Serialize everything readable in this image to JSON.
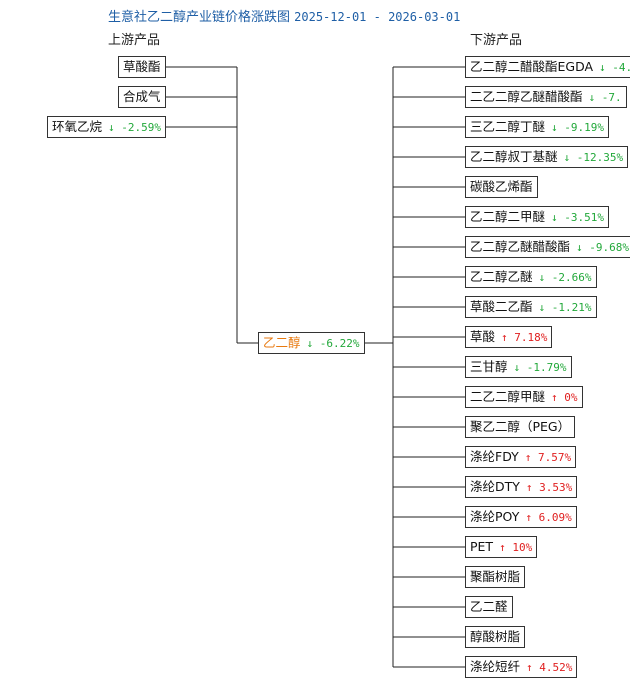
{
  "title": {
    "text": "生意社乙二醇产业链价格涨跌图",
    "range": "2025-12-01 - 2026-03-01"
  },
  "upstream_header": "上游产品",
  "downstream_header": "下游产品",
  "center": {
    "name": "乙二醇",
    "arrow": "↓",
    "change": "-6.22%",
    "dir": "down"
  },
  "upstream": [
    {
      "name": "草酸酯",
      "arrow": "",
      "change": "",
      "dir": ""
    },
    {
      "name": "合成气",
      "arrow": "",
      "change": "",
      "dir": ""
    },
    {
      "name": "环氧乙烷",
      "arrow": "↓",
      "change": "-2.59%",
      "dir": "down"
    }
  ],
  "downstream": [
    {
      "name": "乙二醇二醋酸酯EGDA",
      "arrow": "↓",
      "change": "-4.",
      "dir": "down"
    },
    {
      "name": "二乙二醇乙醚醋酸酯",
      "arrow": "↓",
      "change": "-7.",
      "dir": "down"
    },
    {
      "name": "三乙二醇丁醚",
      "arrow": "↓",
      "change": "-9.19%",
      "dir": "down"
    },
    {
      "name": "乙二醇叔丁基醚",
      "arrow": "↓",
      "change": "-12.35%",
      "dir": "down"
    },
    {
      "name": "碳酸乙烯酯",
      "arrow": "",
      "change": "",
      "dir": ""
    },
    {
      "name": "乙二醇二甲醚",
      "arrow": "↓",
      "change": "-3.51%",
      "dir": "down"
    },
    {
      "name": "乙二醇乙醚醋酸酯",
      "arrow": "↓",
      "change": "-9.68%",
      "dir": "down"
    },
    {
      "name": "乙二醇乙醚",
      "arrow": "↓",
      "change": "-2.66%",
      "dir": "down"
    },
    {
      "name": "草酸二乙酯",
      "arrow": "↓",
      "change": "-1.21%",
      "dir": "down"
    },
    {
      "name": "草酸",
      "arrow": "↑",
      "change": "7.18%",
      "dir": "up"
    },
    {
      "name": "三甘醇",
      "arrow": "↓",
      "change": "-1.79%",
      "dir": "down"
    },
    {
      "name": "二乙二醇甲醚",
      "arrow": "↑",
      "change": "0%",
      "dir": "up"
    },
    {
      "name": "聚乙二醇（PEG）",
      "arrow": "",
      "change": "",
      "dir": ""
    },
    {
      "name": "涤纶FDY",
      "arrow": "↑",
      "change": "7.57%",
      "dir": "up"
    },
    {
      "name": "涤纶DTY",
      "arrow": "↑",
      "change": "3.53%",
      "dir": "up"
    },
    {
      "name": "涤纶POY",
      "arrow": "↑",
      "change": "6.09%",
      "dir": "up"
    },
    {
      "name": "PET",
      "arrow": "↑",
      "change": "10%",
      "dir": "up"
    },
    {
      "name": "聚酯树脂",
      "arrow": "",
      "change": "",
      "dir": ""
    },
    {
      "name": "乙二醛",
      "arrow": "",
      "change": "",
      "dir": ""
    },
    {
      "name": "醇酸树脂",
      "arrow": "",
      "change": "",
      "dir": ""
    },
    {
      "name": "涤纶短纤",
      "arrow": "↑",
      "change": "4.52%",
      "dir": "up"
    }
  ]
}
